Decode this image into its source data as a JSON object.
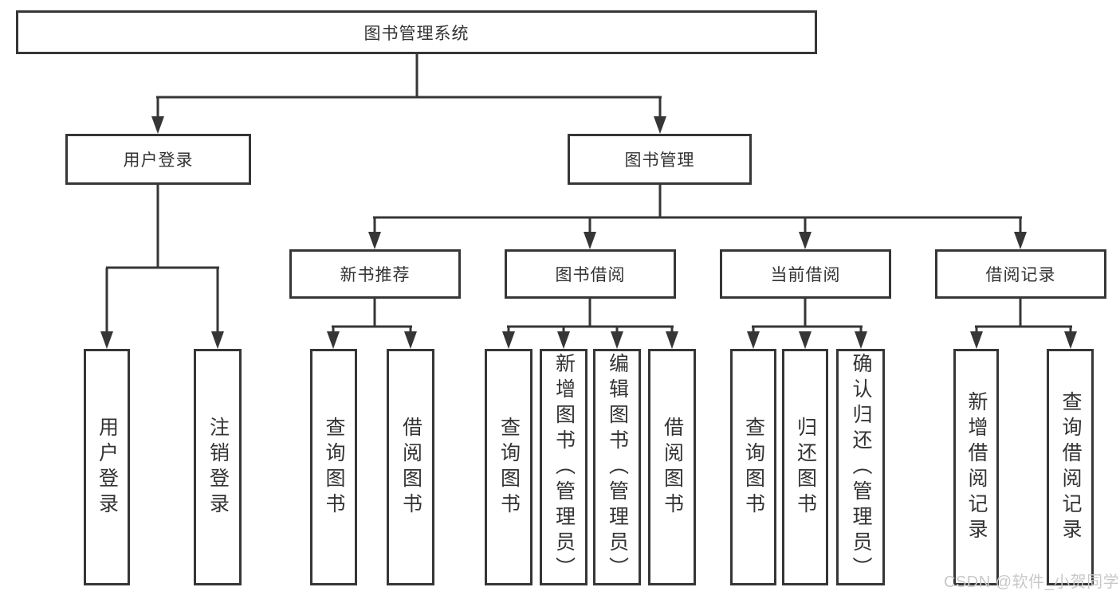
{
  "tree": {
    "root": {
      "label": "图书管理系统"
    },
    "branches": [
      {
        "label": "用户登录",
        "children": [
          {
            "label": "用户登录"
          },
          {
            "label": "注销登录"
          }
        ]
      },
      {
        "label": "图书管理",
        "children": [
          {
            "label": "新书推荐",
            "children": [
              {
                "label": "查询图书"
              },
              {
                "label": "借阅图书"
              }
            ]
          },
          {
            "label": "图书借阅",
            "children": [
              {
                "label": "查询图书"
              },
              {
                "label": "新增图书（管理员）"
              },
              {
                "label": "编辑图书（管理员）"
              },
              {
                "label": "借阅图书"
              }
            ]
          },
          {
            "label": "当前借阅",
            "children": [
              {
                "label": "查询图书"
              },
              {
                "label": "归还图书"
              },
              {
                "label": "确认归还（管理员）"
              }
            ]
          },
          {
            "label": "借阅记录",
            "children": [
              {
                "label": "新增借阅记录"
              },
              {
                "label": "查询借阅记录"
              }
            ]
          }
        ]
      }
    ]
  },
  "watermark": {
    "text": "CSDN @软件_小贺同学"
  },
  "colors": {
    "line": "#363636",
    "text": "#333333",
    "background": "#ffffff",
    "watermark": "#c8c8c8"
  }
}
